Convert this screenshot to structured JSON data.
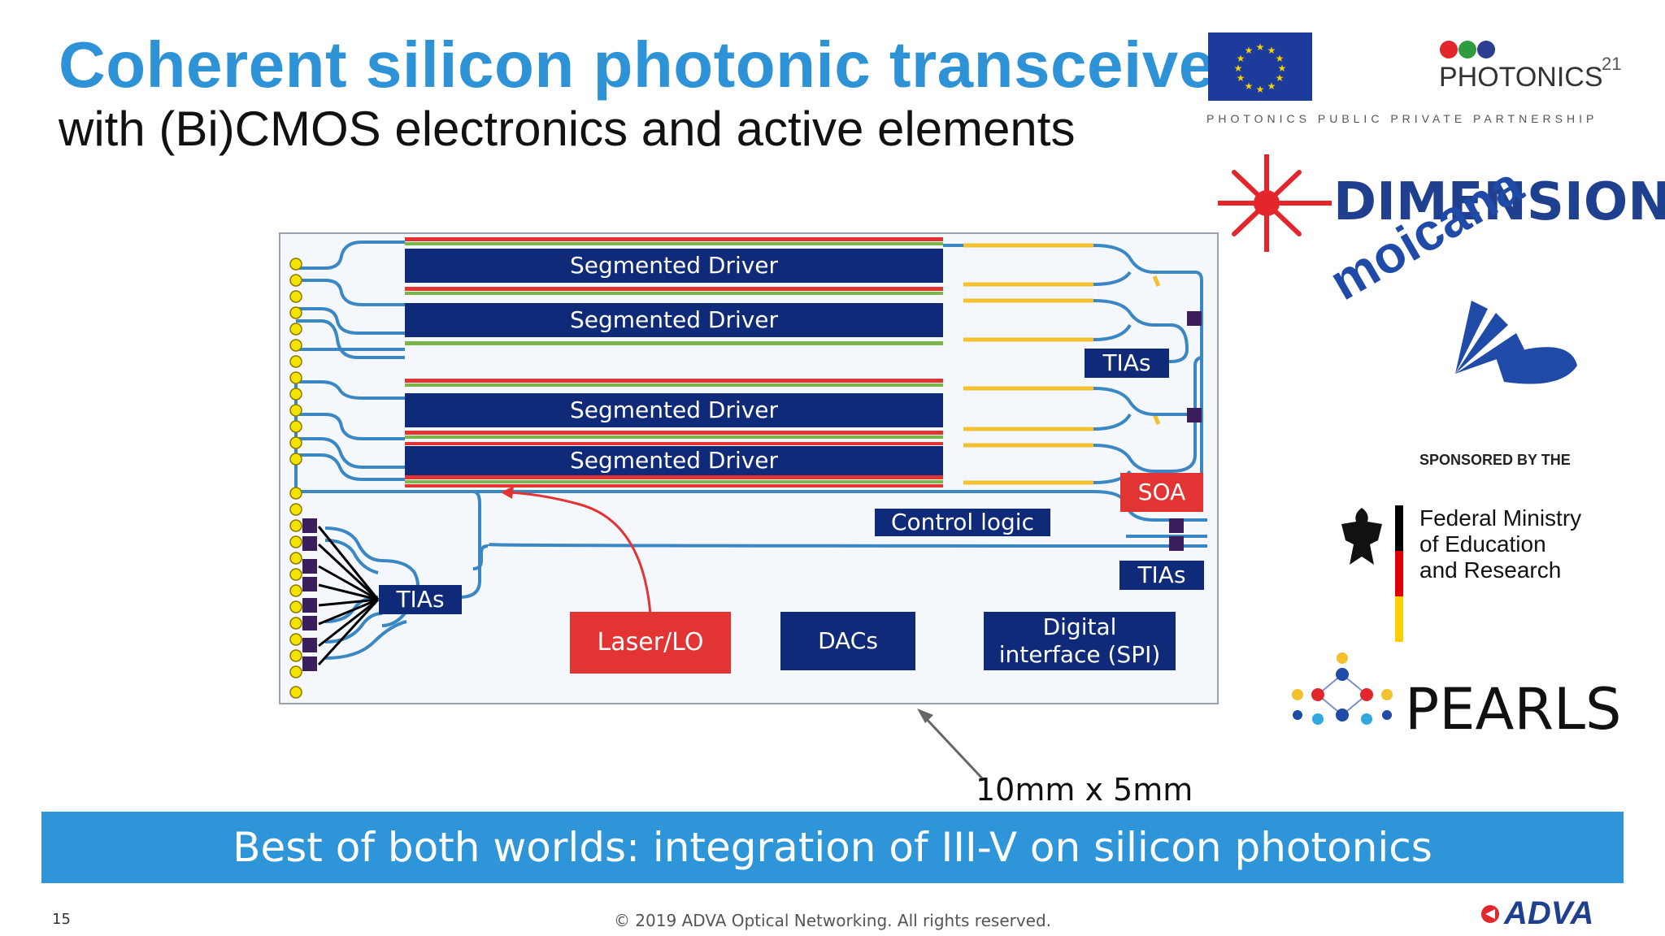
{
  "slide": {
    "title": "Coherent silicon photonic transceiver",
    "subtitle": "with (Bi)CMOS electronics and active elements",
    "banner": "Best of both worlds: integration of III-V on silicon photonics",
    "copyright": "© 2019 ADVA Optical Networking. All rights reserved.",
    "page_number": "15",
    "dimension": "10mm x 5mm"
  },
  "chip": {
    "drivers": [
      "Segmented Driver",
      "Segmented Driver",
      "Segmented Driver",
      "Segmented Driver"
    ],
    "tias_top": "TIAs",
    "tias_left": "TIAs",
    "tias_right": "TIAs",
    "soa": "SOA",
    "control_logic": "Control logic",
    "laser": "Laser/LO",
    "dacs": "DACs",
    "digital_interface_line1": "Digital",
    "digital_interface_line2": "interface (SPI)"
  },
  "logos": {
    "photonics21": "PHOTONICS",
    "photonics21_sup": "21",
    "photonics21_tagline": "PHOTONICS PUBLIC PRIVATE PARTNERSHIP",
    "dimension": "DIMENSION-",
    "moicana": "moicana",
    "sponsored_by": "SPONSORED BY THE",
    "bmbf_line1": "Federal Ministry",
    "bmbf_line2": "of Education",
    "bmbf_line3": "and Research",
    "pearls": "PEARLS",
    "adva": "ADVA"
  },
  "colors": {
    "title_blue": "#2e92d6",
    "navy": "#0f2a78",
    "red": "#e33434",
    "waveguide": "#3b87c4",
    "banner": "#2f95d9"
  }
}
